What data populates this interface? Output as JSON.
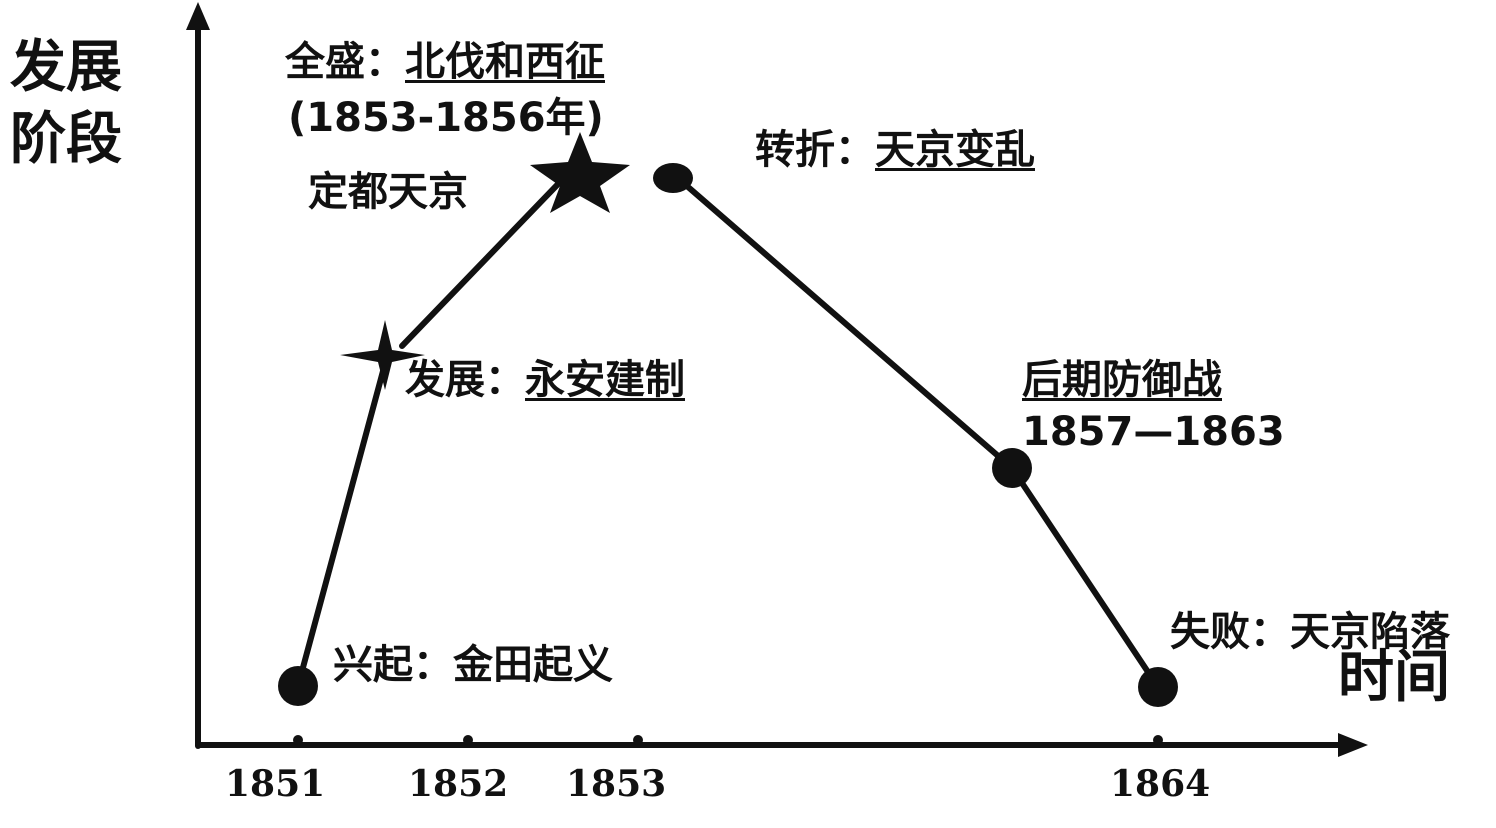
{
  "axes": {
    "y_label_line1": "发展",
    "y_label_line2": "阶段",
    "x_label": "时间"
  },
  "years": [
    "1851",
    "1852",
    "1853",
    "1864"
  ],
  "events": {
    "rise": {
      "stage": "兴起：",
      "event": "金田起义"
    },
    "develop": {
      "stage": "发展：",
      "event": "永安建制"
    },
    "capital": {
      "event": "定都天京"
    },
    "peak": {
      "stage": "全盛：",
      "event": "北伐和西征",
      "period": "(1853-1856年)"
    },
    "turn": {
      "stage": "转折：",
      "event": "天京变乱"
    },
    "late": {
      "event": "后期防御战",
      "period": "1857—1863"
    },
    "fail": {
      "stage": "失败：",
      "event": "天京陷落"
    }
  }
}
